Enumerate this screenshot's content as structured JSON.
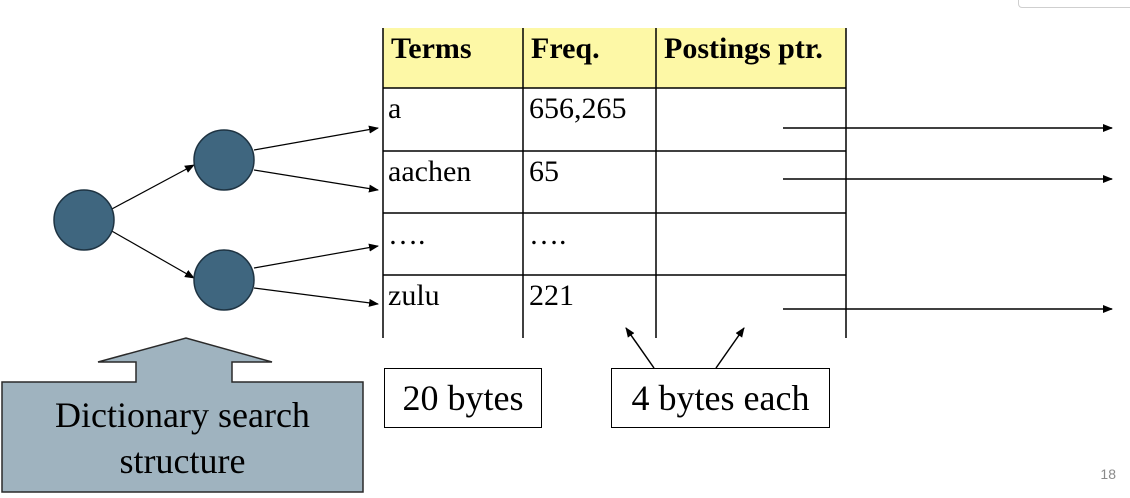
{
  "table": {
    "headers": [
      "Terms",
      "Freq.",
      "Postings ptr."
    ],
    "rows": [
      {
        "term": "a",
        "freq": "656,265"
      },
      {
        "term": "aachen",
        "freq": "65"
      },
      {
        "term": "….",
        "freq": "…."
      },
      {
        "term": "zulu",
        "freq": "221"
      }
    ],
    "header_color": "#fdf8a6"
  },
  "annotations": {
    "term_width": "20 bytes",
    "pointer_width": "4 bytes each"
  },
  "callout": {
    "line1": "Dictionary search",
    "line2": "structure",
    "fill_color": "#9fb3bf"
  },
  "tree": {
    "node_color": "#3f667f",
    "node_count": 3
  },
  "page_number": "18"
}
